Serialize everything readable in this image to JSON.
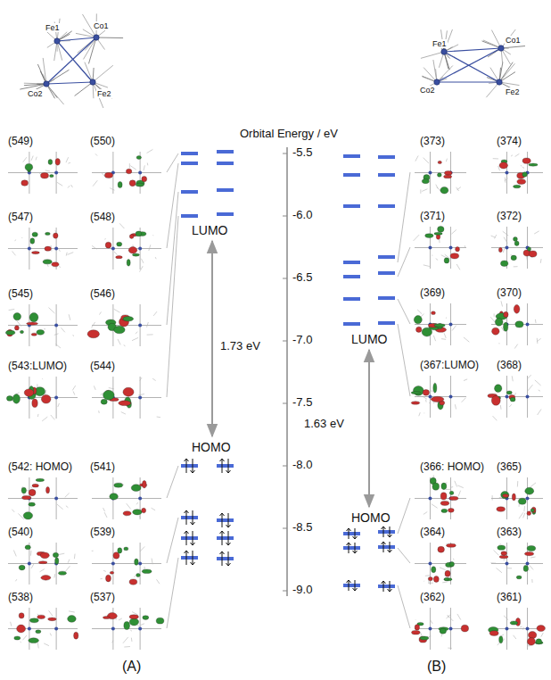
{
  "diagram": {
    "labels": [
      "Fe1",
      "Co1",
      "Co2",
      "Fe2",
      "Fe1",
      "Co1",
      "Co2",
      "Fe2",
      "Orbital Energy / eV",
      "-5.5",
      "-6.0",
      "-6.5",
      "-7.0",
      "-7.5",
      "-8.0",
      "-8.5",
      "-9.0",
      "(549)",
      "(550)",
      "(547)",
      "(548)",
      "(545)",
      "(546)",
      "(543:LUMO)",
      "(544)",
      "(542: HOMO)",
      "(541)",
      "(540)",
      "(539)",
      "(538)",
      "(537)",
      "LUMO",
      "1.73 eV",
      "HOMO",
      "(373)",
      "(374)",
      "(371)",
      "(372)",
      "(369)",
      "(370)",
      "(367:LUMO)",
      "(368)",
      "(366: HOMO)",
      "(365)",
      "(364)",
      "(363)",
      "(362)",
      "(361)",
      "LUMO",
      "1.63 eV",
      "HOMO",
      "(A)",
      "(B)"
    ]
  }
}
